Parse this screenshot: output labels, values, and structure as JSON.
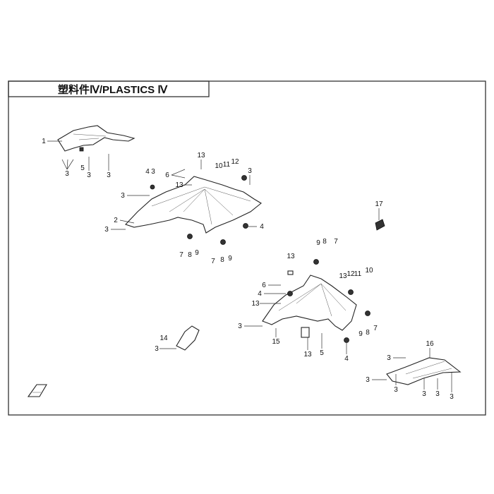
{
  "title": "塑料件Ⅳ/PLASTICS Ⅳ",
  "callouts": [
    "1",
    "3",
    "5",
    "3",
    "3",
    "4",
    "3",
    "6",
    "13",
    "13",
    "10",
    "11",
    "12",
    "3",
    "3",
    "2",
    "3",
    "4",
    "7",
    "8",
    "9",
    "7",
    "8",
    "9",
    "17",
    "9",
    "8",
    "7",
    "13",
    "13",
    "12",
    "11",
    "10",
    "6",
    "4",
    "13",
    "3",
    "15",
    "13",
    "5",
    "4",
    "9",
    "8",
    "7",
    "14",
    "3",
    "16",
    "3",
    "3",
    "3",
    "3",
    "3",
    "3"
  ],
  "colors": {
    "line": "#222222",
    "background": "#ffffff"
  }
}
